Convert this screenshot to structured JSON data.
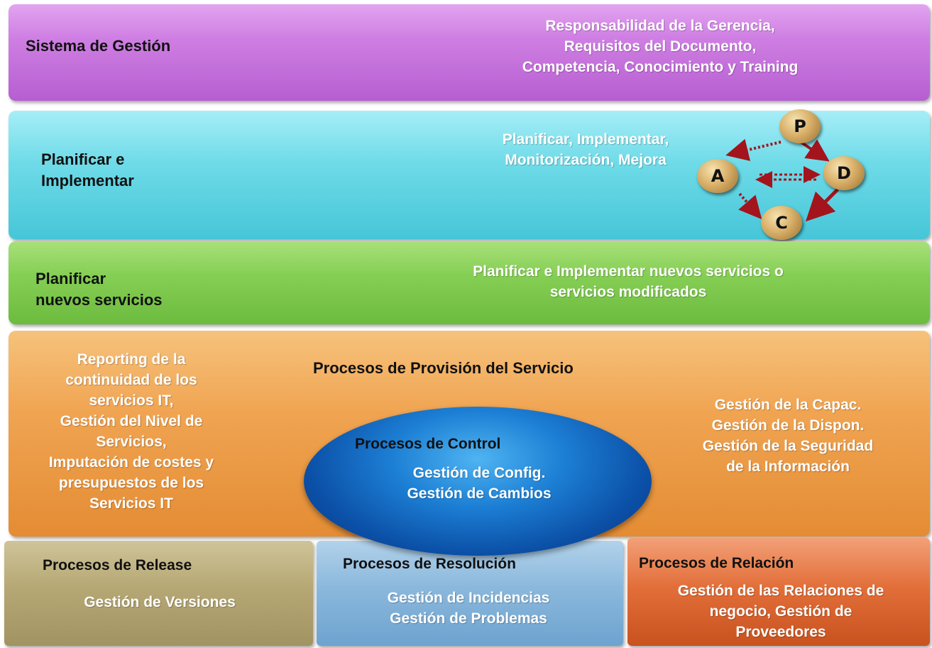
{
  "sistema": {
    "title": "Sistema de Gestión",
    "lines": [
      "Responsabilidad de la Gerencia,",
      "Requisitos del Documento,",
      "Competencia, Conocimiento y Training"
    ]
  },
  "planificar_implementar": {
    "title_lines": [
      "Planificar e",
      "Implementar"
    ],
    "desc_lines": [
      "Planificar, Implementar,",
      "Monitorización, Mejora"
    ],
    "pdca": {
      "p": "P",
      "d": "D",
      "c": "C",
      "a": "A"
    }
  },
  "nuevos_servicios": {
    "title_lines": [
      "Planificar",
      "nuevos servicios"
    ],
    "desc_lines": [
      "Planificar e Implementar nuevos servicios o",
      "servicios modificados"
    ]
  },
  "provision": {
    "title": "Procesos de Provisión del Servicio",
    "left_lines": [
      "Reporting de la",
      "continuidad de los",
      "servicios IT,",
      "Gestión del Nivel de",
      "Servicios,",
      "Imputación de costes y",
      "presupuestos de los",
      "Servicios IT"
    ],
    "right_lines": [
      "Gestión de la Capac.",
      "Gestión de la Dispon.",
      "Gestión de la Seguridad",
      "de la Información"
    ]
  },
  "control": {
    "title": "Procesos de Control",
    "lines": [
      "Gestión de Config.",
      "Gestión de Cambios"
    ]
  },
  "release": {
    "title": "Procesos de Release",
    "lines": [
      "Gestión de Versiones"
    ]
  },
  "resolucion": {
    "title": "Procesos de Resolución",
    "lines": [
      "Gestión de Incidencias",
      "Gestión de Problemas"
    ]
  },
  "relacion": {
    "title": "Procesos de Relación",
    "lines": [
      "Gestión de las Relaciones de",
      "negocio, Gestión de",
      "Proveedores"
    ]
  },
  "colors": {
    "sistema": "#cf7fe3",
    "planificar": "#6fdbe8",
    "nuevos": "#86cf55",
    "provision": "#f0a451",
    "control": "#1c7fd4",
    "release": "#b6a874",
    "resolucion": "#8ab8dc",
    "relacion": "#e26f3a",
    "arrow": "#a3141c"
  }
}
